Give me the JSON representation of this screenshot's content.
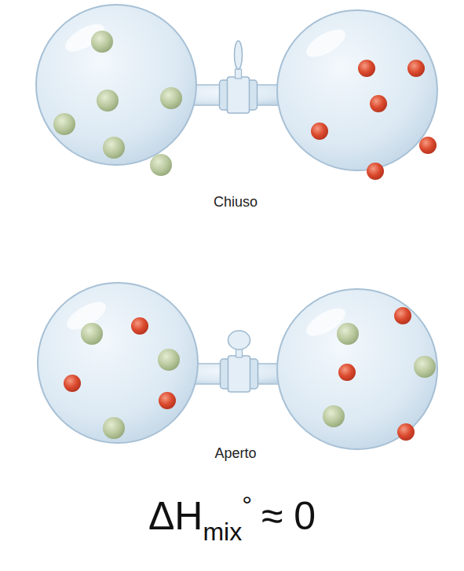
{
  "diagram": {
    "labels": [
      "Chiuso",
      "Aperto",
      "ΔH",
      "mix",
      "°",
      "≈ 0"
    ]
  }
}
